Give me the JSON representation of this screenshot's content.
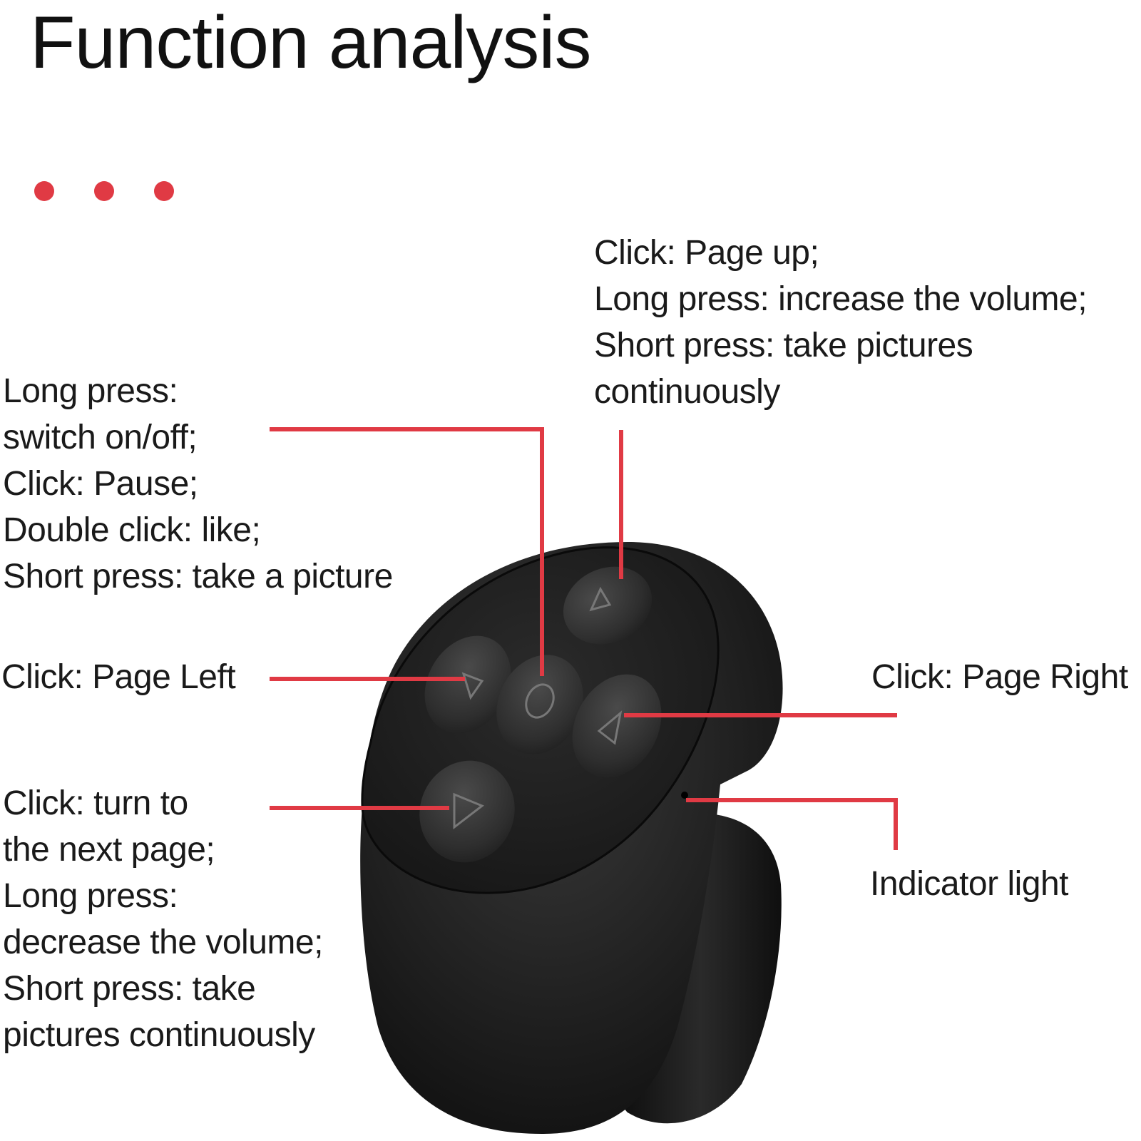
{
  "title": "Function analysis",
  "accent_color": "#e03a44",
  "device_color": "#1c1c1c",
  "labels": {
    "page_up": [
      "Click: Page up;",
      "Long press: increase the volume;",
      "Short press: take pictures",
      "continuously"
    ],
    "center": [
      "Long press:",
      "switch on/off;",
      "Click: Pause;",
      "Double click: like;",
      "Short press: take a picture"
    ],
    "page_left": [
      "Click: Page Left"
    ],
    "page_right": [
      "Click: Page Right"
    ],
    "next_page": [
      "Click: turn to",
      "the next page;",
      "Long press:",
      "decrease the volume;",
      "Short press: take",
      "pictures continuously"
    ],
    "indicator": [
      "Indicator light"
    ]
  },
  "buttons": {
    "up": "up-arrow-icon",
    "left": "left-arrow-icon",
    "center": "circle-icon",
    "right": "right-arrow-icon",
    "down": "play-arrow-icon"
  }
}
